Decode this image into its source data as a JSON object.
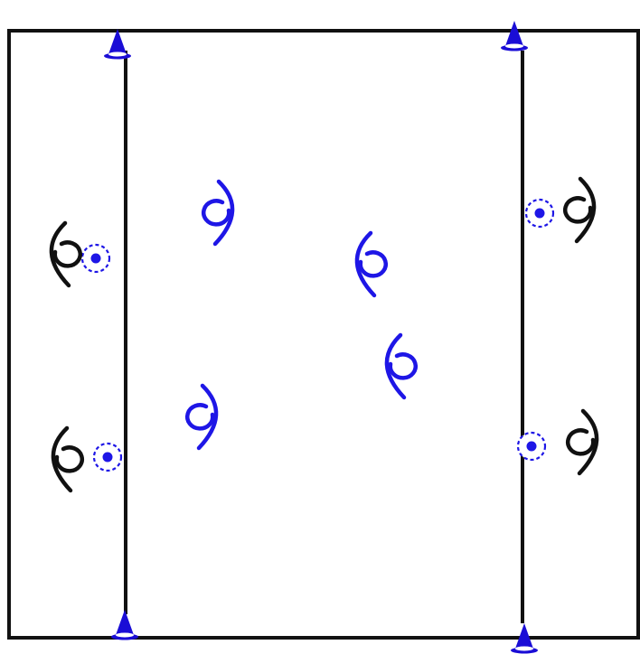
{
  "diagram": {
    "type": "training-drill-field",
    "colors": {
      "background": "#ffffff",
      "field_line": "#111111",
      "cone": "#1a0dd6",
      "team_blue": "#1e16e6",
      "team_black": "#111111",
      "ball_fill": "#ffffff",
      "ball_mark": "#1e16e6"
    },
    "cones": [
      {
        "id": "cone-top-left",
        "icon": "cone-icon"
      },
      {
        "id": "cone-top-right",
        "icon": "cone-icon"
      },
      {
        "id": "cone-bottom-left",
        "icon": "cone-icon"
      },
      {
        "id": "cone-bottom-right",
        "icon": "cone-icon"
      }
    ],
    "inner_lines": [
      {
        "id": "line-left"
      },
      {
        "id": "line-right"
      }
    ],
    "blue_players": [
      {
        "id": "blue-player-1",
        "team": "blue",
        "facing": "right",
        "icon": "player-icon"
      },
      {
        "id": "blue-player-2",
        "team": "blue",
        "facing": "right",
        "icon": "player-icon"
      },
      {
        "id": "blue-player-3",
        "team": "blue",
        "facing": "left",
        "icon": "player-icon"
      },
      {
        "id": "blue-player-4",
        "team": "blue",
        "facing": "left",
        "icon": "player-icon"
      }
    ],
    "black_players": [
      {
        "id": "black-player-1",
        "team": "black",
        "facing": "left",
        "icon": "player-icon"
      },
      {
        "id": "black-player-2",
        "team": "black",
        "facing": "left",
        "icon": "player-icon"
      },
      {
        "id": "black-player-3",
        "team": "black",
        "facing": "right",
        "icon": "player-icon"
      },
      {
        "id": "black-player-4",
        "team": "black",
        "facing": "right",
        "icon": "player-icon"
      }
    ],
    "balls": [
      {
        "id": "ball-1",
        "icon": "ball-icon"
      },
      {
        "id": "ball-2",
        "icon": "ball-icon"
      },
      {
        "id": "ball-3",
        "icon": "ball-icon"
      },
      {
        "id": "ball-4",
        "icon": "ball-icon"
      }
    ]
  }
}
